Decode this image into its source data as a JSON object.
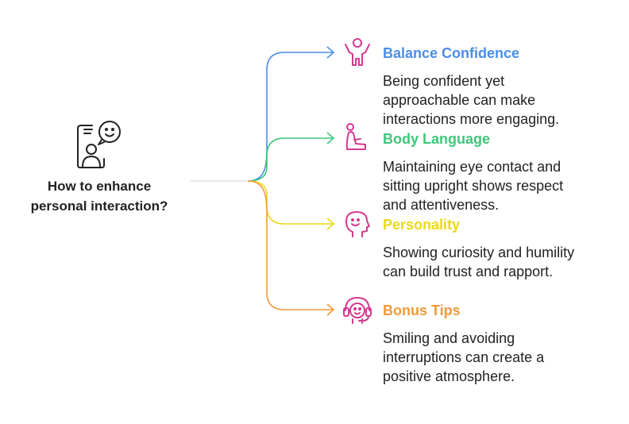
{
  "diagram": {
    "root": {
      "icon": "chat-person-smiley-icon",
      "label_lines": [
        "How to enhance",
        "personal interaction?"
      ]
    },
    "branches": [
      {
        "title": "Balance Confidence",
        "color": "#4a8ee6",
        "icon": "person-arms-raised-icon",
        "desc_lines": [
          "Being confident yet",
          "approachable can make",
          "interactions more engaging."
        ]
      },
      {
        "title": "Body Language",
        "color": "#3ec77a",
        "icon": "person-sitting-icon",
        "desc_lines": [
          "Maintaining eye contact and",
          "sitting upright shows respect",
          "and attentiveness."
        ]
      },
      {
        "title": "Personality",
        "color": "#ecd917",
        "icon": "smiling-head-icon",
        "desc_lines": [
          "Showing curiosity and humility",
          "can build trust and rapport."
        ]
      },
      {
        "title": "Bonus Tips",
        "color": "#f09a3a",
        "icon": "headset-support-icon",
        "desc_lines": [
          "Smiling and avoiding",
          "interruptions can create a",
          "positive atmosphere."
        ]
      }
    ],
    "icon_color": "#d6388f"
  }
}
